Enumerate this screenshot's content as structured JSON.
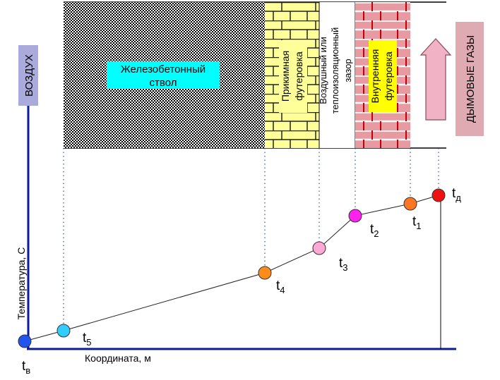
{
  "layers": {
    "concrete_label_1": "Железобетонный",
    "concrete_label_2": "ствол",
    "lining_outer_1": "Прикимная",
    "lining_outer_2": "футеровка",
    "air_gap_1": "Воздушный или",
    "air_gap_2": "теплоизоляционный",
    "air_gap_3": "зазор",
    "lining_inner_1": "Внутренняя",
    "lining_inner_2": "футеровка"
  },
  "side_labels": {
    "air": "ВОЗДУХ",
    "flue_gases": "ДЫМОВЫЕ ГАЗЫ"
  },
  "axes": {
    "y_label": "Температура, С",
    "x_label": "Координата, м"
  },
  "points": [
    {
      "base": "t",
      "sub": "в",
      "color": "#2255ee"
    },
    {
      "base": "t",
      "sub": "5",
      "color": "#33ccff"
    },
    {
      "base": "t",
      "sub": "4",
      "color": "#ff8c1a"
    },
    {
      "base": "t",
      "sub": "3",
      "color": "#ffaad4"
    },
    {
      "base": "t",
      "sub": "2",
      "color": "#ff22ee"
    },
    {
      "base": "t",
      "sub": "1",
      "color": "#ff7722"
    },
    {
      "base": "t",
      "sub": "д",
      "color": "#ee1111"
    }
  ],
  "colors": {
    "axis": "#0a1a9a",
    "concrete_label_bg": "#00ffff",
    "lining_outer_fill": "#ffff99",
    "lining_inner_fill": "#e89aa0",
    "lining_inner_label_bg": "#ffff00",
    "air_label_bg": "#aaaadd",
    "gas_label_bg": "#e0aab2",
    "arrow_fill": "#f0b2c4"
  }
}
